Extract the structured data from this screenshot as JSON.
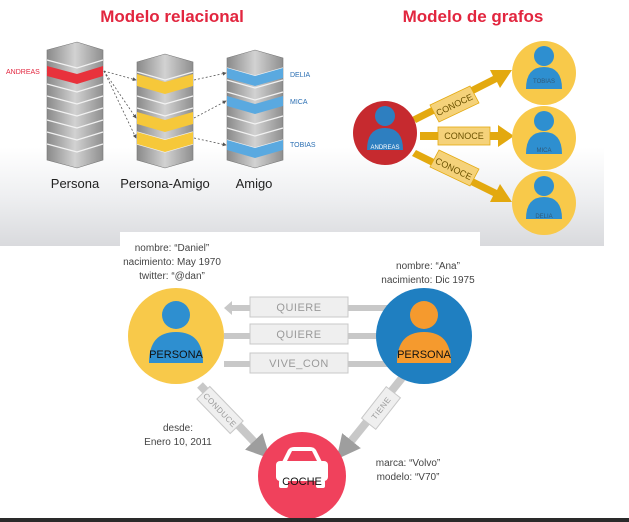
{
  "top": {
    "relational_title": "Modelo relacional",
    "graph_title": "Modelo de grafos",
    "relational": {
      "row_andreas": "ANDREAS",
      "row_delia": "DELIA",
      "row_mica": "MICA",
      "row_tobias": "TOBIAS",
      "table_persona": "Persona",
      "table_persona_amigo": "Persona-Amigo",
      "table_amigo": "Amigo"
    },
    "graph": {
      "center_node": "ANDREAS",
      "edge_label_1": "CONOCE",
      "edge_label_2": "CONOCE",
      "edge_label_3": "CONOCE",
      "friend_1": "TOBIAS",
      "friend_2": "MICA",
      "friend_3": "DELIA"
    }
  },
  "bottom": {
    "left_props": [
      "nombre: “Daniel”",
      "nacimiento: May 1970",
      "twitter: “@dan”"
    ],
    "right_props": [
      "nombre: “Ana”",
      "nacimiento:  Dic 1975"
    ],
    "left_node": "PERSONA",
    "right_node": "PERSONA",
    "edge_quiere_1": "QUIERE",
    "edge_quiere_2": "QUIERE",
    "edge_vive_con": "VIVE_CON",
    "edge_conduce": "CONDUCE",
    "edge_tiene": "TIENE",
    "conduce_props": [
      "desde:",
      "Enero 10, 2011"
    ],
    "car_node": "COCHE",
    "car_props": [
      "marca: “Volvo”",
      "modelo: “V70”"
    ]
  },
  "colors": {
    "title_red": "#e2263f",
    "highlight_red": "#e8323c",
    "highlight_yellow": "#f6c83a",
    "highlight_blue": "#5aa9e0",
    "node_yellow": "#f8c94a",
    "node_blue": "#1f7fc1",
    "node_red": "#c62a2f",
    "car_red": "#f0415c",
    "edge_gold": "#e3a90f",
    "edge_gray": "#c8c8c8"
  }
}
